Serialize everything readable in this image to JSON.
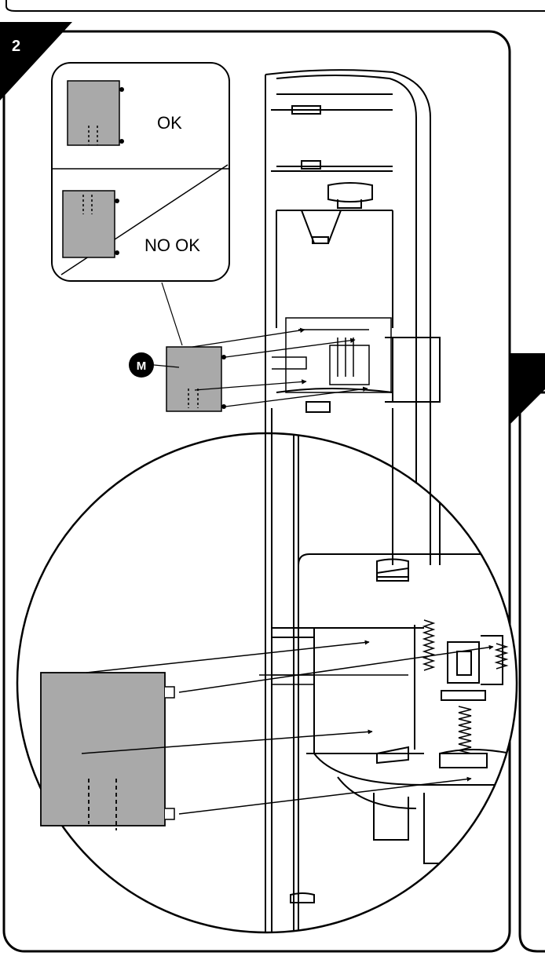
{
  "step": {
    "number": "2"
  },
  "inset": {
    "ok_label": "OK",
    "not_ok_label": "NO OK"
  },
  "callout": {
    "part_label": "M"
  },
  "colors": {
    "panel_fill": "#a9a9a9",
    "line": "#000000",
    "background": "#ffffff"
  }
}
